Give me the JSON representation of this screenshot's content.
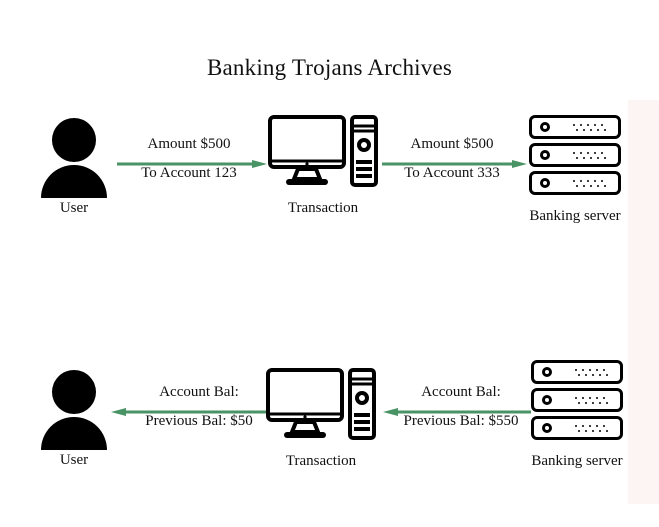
{
  "page": {
    "title": "Banking Trojans Archives",
    "background_color": "#ffffff",
    "accent_band_color": "#fdf5f3",
    "arrow_color": "#4a9364",
    "glyph_color": "#000000",
    "text_color": "#111111"
  },
  "diagram": {
    "rows": [
      {
        "id": "outbound-flow",
        "nodes": [
          {
            "id": "user-top",
            "icon": "user-icon",
            "caption": "User"
          },
          {
            "id": "transaction-top",
            "icon": "desktop-computer-icon",
            "caption": "Transaction"
          },
          {
            "id": "server-top",
            "icon": "server-rack-icon",
            "caption": "Banking server"
          }
        ],
        "arrows": [
          {
            "id": "user-to-transaction",
            "direction": "right",
            "label_top": "Amount $500",
            "label_bottom": "To Account 123"
          },
          {
            "id": "transaction-to-server",
            "direction": "right",
            "label_top": "Amount $500",
            "label_bottom": "To Account 333"
          }
        ]
      },
      {
        "id": "inbound-flow",
        "nodes": [
          {
            "id": "user-bottom",
            "icon": "user-icon",
            "caption": "User"
          },
          {
            "id": "transaction-bottom",
            "icon": "desktop-computer-icon",
            "caption": "Transaction"
          },
          {
            "id": "server-bottom",
            "icon": "server-rack-icon",
            "caption": "Banking server"
          }
        ],
        "arrows": [
          {
            "id": "transaction-to-user",
            "direction": "left",
            "label_top": "Account Bal:",
            "label_bottom": "Previous Bal: $50"
          },
          {
            "id": "server-to-transaction",
            "direction": "left",
            "label_top": "Account Bal:",
            "label_bottom": "Previous Bal: $550"
          }
        ]
      }
    ]
  }
}
